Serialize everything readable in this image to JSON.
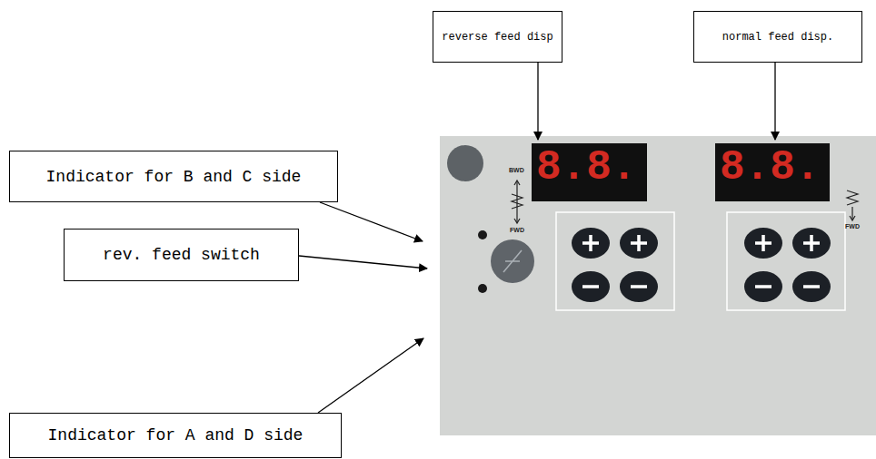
{
  "diagram": {
    "nodes": [
      {
        "text": [
          "reverse feed disp"
        ]
      },
      {
        "text": [
          "normal feed disp."
        ]
      },
      {
        "text": [
          "Indicator for B and C side"
        ]
      },
      {
        "text": [
          "rev. feed switch"
        ]
      },
      {
        "text": [
          "Indicator for A and D side"
        ]
      }
    ],
    "labels": [
      "BWD",
      "8.8.",
      "8.8.",
      "FWD",
      "FWD"
    ]
  }
}
